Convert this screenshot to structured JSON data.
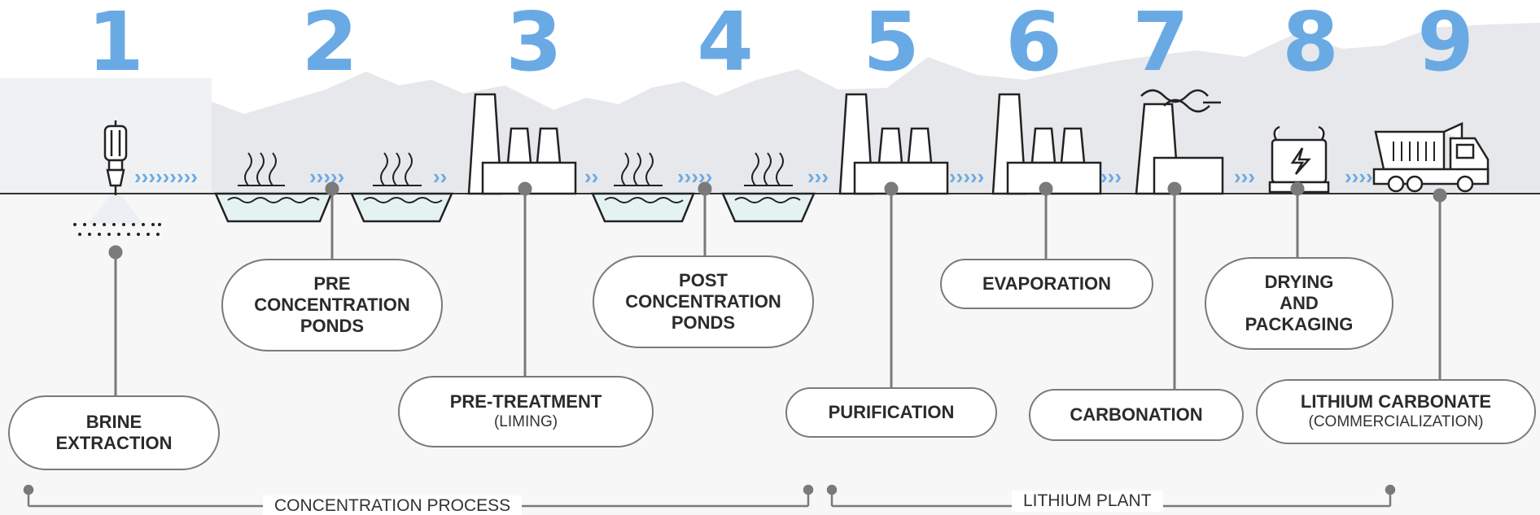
{
  "steps": [
    {
      "number": "1",
      "label_lines": [
        "BRINE",
        "EXTRACTION"
      ],
      "sub": ""
    },
    {
      "number": "2",
      "label_lines": [
        "PRE",
        "CONCENTRATION",
        "PONDS"
      ],
      "sub": ""
    },
    {
      "number": "3",
      "label_lines": [
        "PRE-TREATMENT"
      ],
      "sub": "(LIMING)"
    },
    {
      "number": "4",
      "label_lines": [
        "POST",
        "CONCENTRATION",
        "PONDS"
      ],
      "sub": ""
    },
    {
      "number": "5",
      "label_lines": [
        "PURIFICATION"
      ],
      "sub": ""
    },
    {
      "number": "6",
      "label_lines": [
        "EVAPORATION"
      ],
      "sub": ""
    },
    {
      "number": "7",
      "label_lines": [
        "CARBONATION"
      ],
      "sub": ""
    },
    {
      "number": "8",
      "label_lines": [
        "DRYING",
        "AND",
        "PACKAGING"
      ],
      "sub": ""
    },
    {
      "number": "9",
      "label_lines": [
        "LITHIUM CARBONATE"
      ],
      "sub": "(COMMERCIALIZATION)"
    }
  ],
  "groups": {
    "concentration": "CONCENTRATION PROCESS",
    "plant": "LITHIUM PLANT"
  },
  "colors": {
    "number": "#6aaae4",
    "arrows": "#6aaae4",
    "line": "#7a7a7a",
    "mountains": "#e6e8eb",
    "ground": "#f7f7f7",
    "pond_water": "#e4f3f1"
  }
}
